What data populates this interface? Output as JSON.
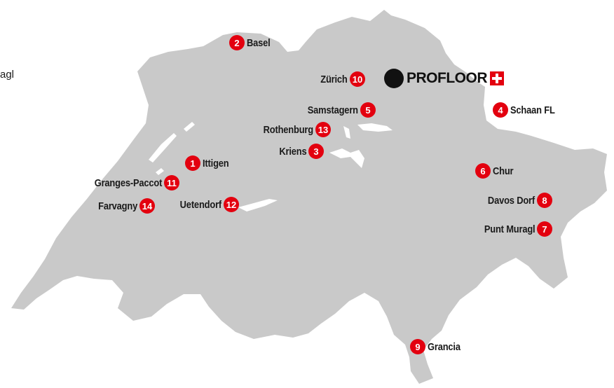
{
  "colors": {
    "land": "#c9c9c9",
    "lake": "#ffffff",
    "badge": "#e3000f",
    "text": "#1a1a1a"
  },
  "cut_text": "agl",
  "logo": {
    "name": "PROFLOOR",
    "icon": "swiss-cross-icon"
  },
  "locations": [
    {
      "number": "1",
      "name": "Ittigen"
    },
    {
      "number": "2",
      "name": "Basel"
    },
    {
      "number": "3",
      "name": "Kriens"
    },
    {
      "number": "4",
      "name": "Schaan FL"
    },
    {
      "number": "5",
      "name": "Samstagern"
    },
    {
      "number": "6",
      "name": "Chur"
    },
    {
      "number": "7",
      "name": "Punt Muragl"
    },
    {
      "number": "8",
      "name": "Davos Dorf"
    },
    {
      "number": "9",
      "name": "Grancia"
    },
    {
      "number": "10",
      "name": "Zürich"
    },
    {
      "number": "11",
      "name": "Granges-Paccot"
    },
    {
      "number": "12",
      "name": "Uetendorf"
    },
    {
      "number": "13",
      "name": "Rothenburg"
    },
    {
      "number": "14",
      "name": "Farvagny"
    }
  ]
}
